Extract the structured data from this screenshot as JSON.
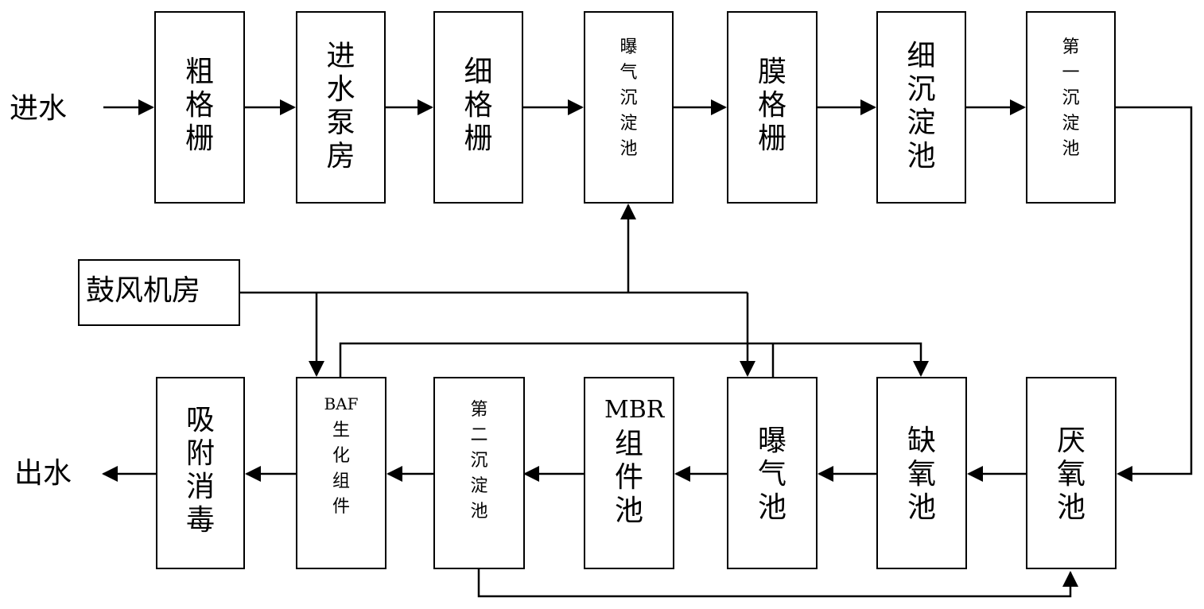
{
  "inlet": "进水",
  "outlet": "出水",
  "blower": "鼓风机房",
  "top_row": [
    {
      "id": "coarse-screen",
      "chars": [
        "粗",
        "格",
        "栅"
      ]
    },
    {
      "id": "inlet-pump-house",
      "chars": [
        "进",
        "水",
        "泵",
        "房"
      ]
    },
    {
      "id": "fine-screen",
      "chars": [
        "细",
        "格",
        "栅"
      ]
    },
    {
      "id": "aerated-grit-tank",
      "chars": [
        "曝",
        "气",
        "沉",
        "淀",
        "池"
      ]
    },
    {
      "id": "membrane-screen",
      "chars": [
        "膜",
        "格",
        "栅"
      ]
    },
    {
      "id": "fine-settling-tank",
      "chars": [
        "细",
        "沉",
        "淀",
        "池"
      ]
    },
    {
      "id": "primary-settling-tank",
      "chars": [
        "第",
        "一",
        "沉",
        "淀",
        "池"
      ]
    }
  ],
  "bottom_row": [
    {
      "id": "adsorption-disinfection",
      "chars": [
        "吸",
        "附",
        "消",
        "毒"
      ]
    },
    {
      "id": "baf-module",
      "prefix": "BAF",
      "chars": [
        "生",
        "化",
        "组",
        "件"
      ]
    },
    {
      "id": "secondary-settling-tank",
      "chars": [
        "第",
        "二",
        "沉",
        "淀",
        "池"
      ]
    },
    {
      "id": "mbr-tank",
      "prefix": "MBR",
      "chars": [
        "组",
        "件",
        "池"
      ]
    },
    {
      "id": "aeration-tank",
      "chars": [
        "曝",
        "气",
        "池"
      ]
    },
    {
      "id": "anoxic-tank",
      "chars": [
        "缺",
        "氧",
        "池"
      ]
    },
    {
      "id": "anaerobic-tank",
      "chars": [
        "厌",
        "氧",
        "池"
      ]
    }
  ]
}
